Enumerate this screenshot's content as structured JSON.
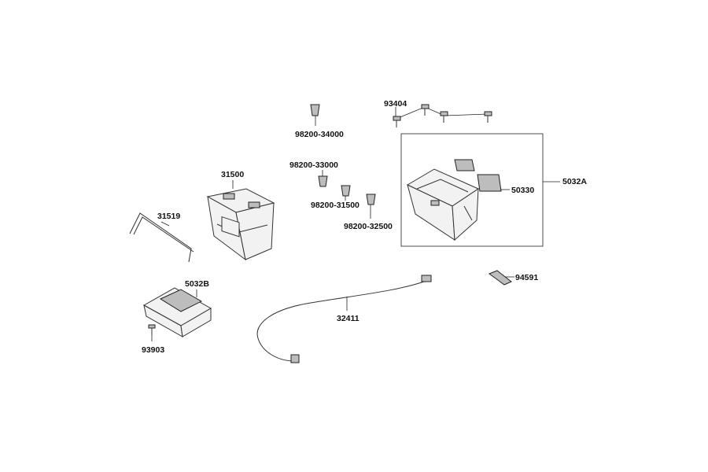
{
  "labels": {
    "p93404": "93404",
    "p98200_34000": "98200-34000",
    "p98200_33000": "98200-33000",
    "p31500": "31500",
    "p98200_31500": "98200-31500",
    "p98200_32500": "98200-32500",
    "p31519": "31519",
    "p50330": "50330",
    "p5032A": "5032A",
    "p5032B": "5032B",
    "p94591": "94591",
    "p32411": "32411",
    "p93903": "93903"
  }
}
